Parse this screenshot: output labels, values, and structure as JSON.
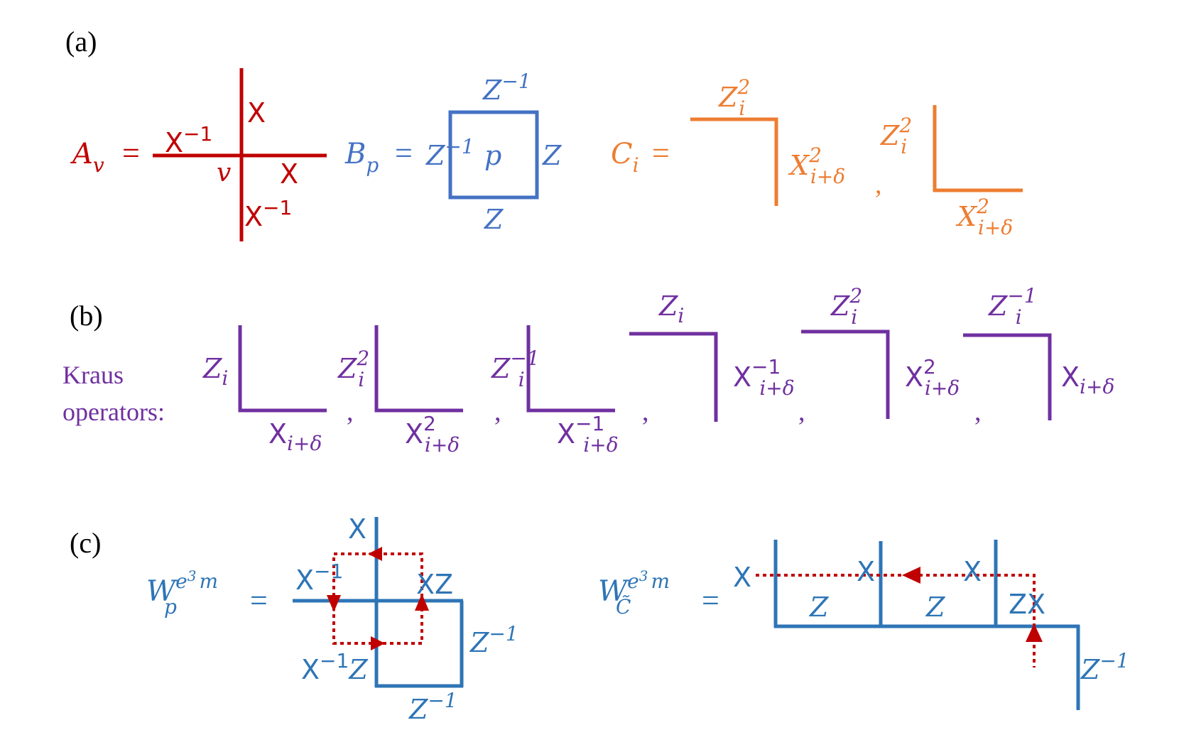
{
  "panels": {
    "a": "(a)",
    "b": "(b)",
    "c": "(c)"
  },
  "colors": {
    "red": "#c00000",
    "blue": "#4472c4",
    "orange": "#ed7d31",
    "purple": "#7030a0",
    "cblue": "#2e75b6",
    "arrow": "#c00000"
  },
  "a": {
    "Av": {
      "A": "A",
      "v_sub": "v",
      "eq": "=",
      "top": "X",
      "left": "X",
      "left_sup": "−1",
      "center": "v",
      "right": "X",
      "bottom": "X",
      "bottom_sup": "−1"
    },
    "Bp": {
      "B": "B",
      "p_sub": "p",
      "eq": "=",
      "top": "Z",
      "top_sup": "−1",
      "left": "Z",
      "left_sup": "−1",
      "center": "p",
      "right": "Z",
      "bottom": "Z"
    },
    "Ci": {
      "C": "C",
      "i_sub": "i",
      "eq": "=",
      "z": "Z",
      "z_sub": "i",
      "z_sup": "2",
      "x": "X",
      "x_sub": "i+δ",
      "x_sup": "2",
      "comma": ","
    }
  },
  "b": {
    "label_line1": "Kraus",
    "label_line2": "operators:",
    "comma": ",",
    "ops": [
      {
        "z": "Z",
        "z_sub": "i",
        "z_sup": "",
        "x": "X",
        "x_sub": "i+δ",
        "x_sup": ""
      },
      {
        "z": "Z",
        "z_sub": "i",
        "z_sup": "2",
        "x": "X",
        "x_sub": "i+δ",
        "x_sup": "2"
      },
      {
        "z": "Z",
        "z_sub": "i",
        "z_sup": "−1",
        "x": "X",
        "x_sub": "i+δ",
        "x_sup": "−1"
      },
      {
        "z": "Z",
        "z_sub": "i",
        "z_sup": "",
        "x": "X",
        "x_sub": "i+δ",
        "x_sup": "−1"
      },
      {
        "z": "Z",
        "z_sub": "i",
        "z_sup": "2",
        "x": "X",
        "x_sub": "i+δ",
        "x_sup": "2"
      },
      {
        "z": "Z",
        "z_sub": "i",
        "z_sup": "−1",
        "x": "X",
        "x_sub": "i+δ",
        "x_sup": ""
      }
    ]
  },
  "c": {
    "Wp": {
      "W": "W",
      "sub": "p",
      "sup": "e",
      "sup_exp": "3",
      "sup_m": "m",
      "eq": "=",
      "top_x": "X",
      "left": "X",
      "left_sup": "−1",
      "xz": "XZ",
      "bl": "X",
      "bl_sup": "−1",
      "bl_z": "Z",
      "right": "Z",
      "right_sup": "−1",
      "bottom": "Z",
      "bottom_sup": "−1"
    },
    "Wc": {
      "W": "W",
      "sub": "C̃",
      "sup": "e",
      "sup_exp": "3",
      "sup_m": "m",
      "eq": "=",
      "x1": "X",
      "x2": "X",
      "x3": "X",
      "z1": "Z",
      "z2": "Z",
      "zx": "ZX",
      "right": "Z",
      "right_sup": "−1"
    }
  }
}
